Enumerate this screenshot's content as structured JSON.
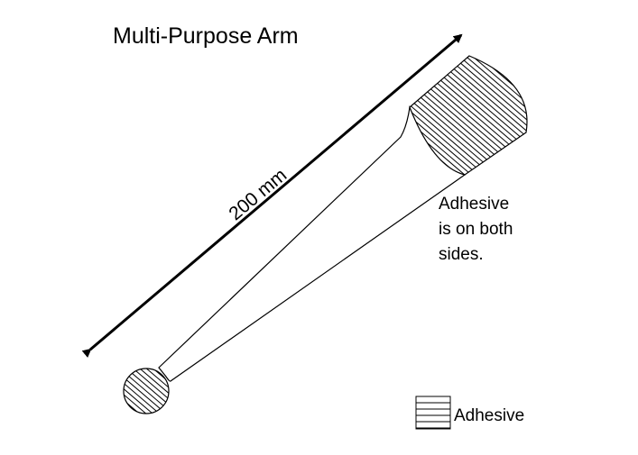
{
  "title": "Multi-Purpose Arm",
  "dimension": {
    "label": "200 mm"
  },
  "note": {
    "lines": [
      "Adhesive",
      "is on both",
      "sides."
    ]
  },
  "legend": {
    "label": "Adhesive"
  },
  "colors": {
    "line": "#000000",
    "fill": "#ffffff"
  }
}
